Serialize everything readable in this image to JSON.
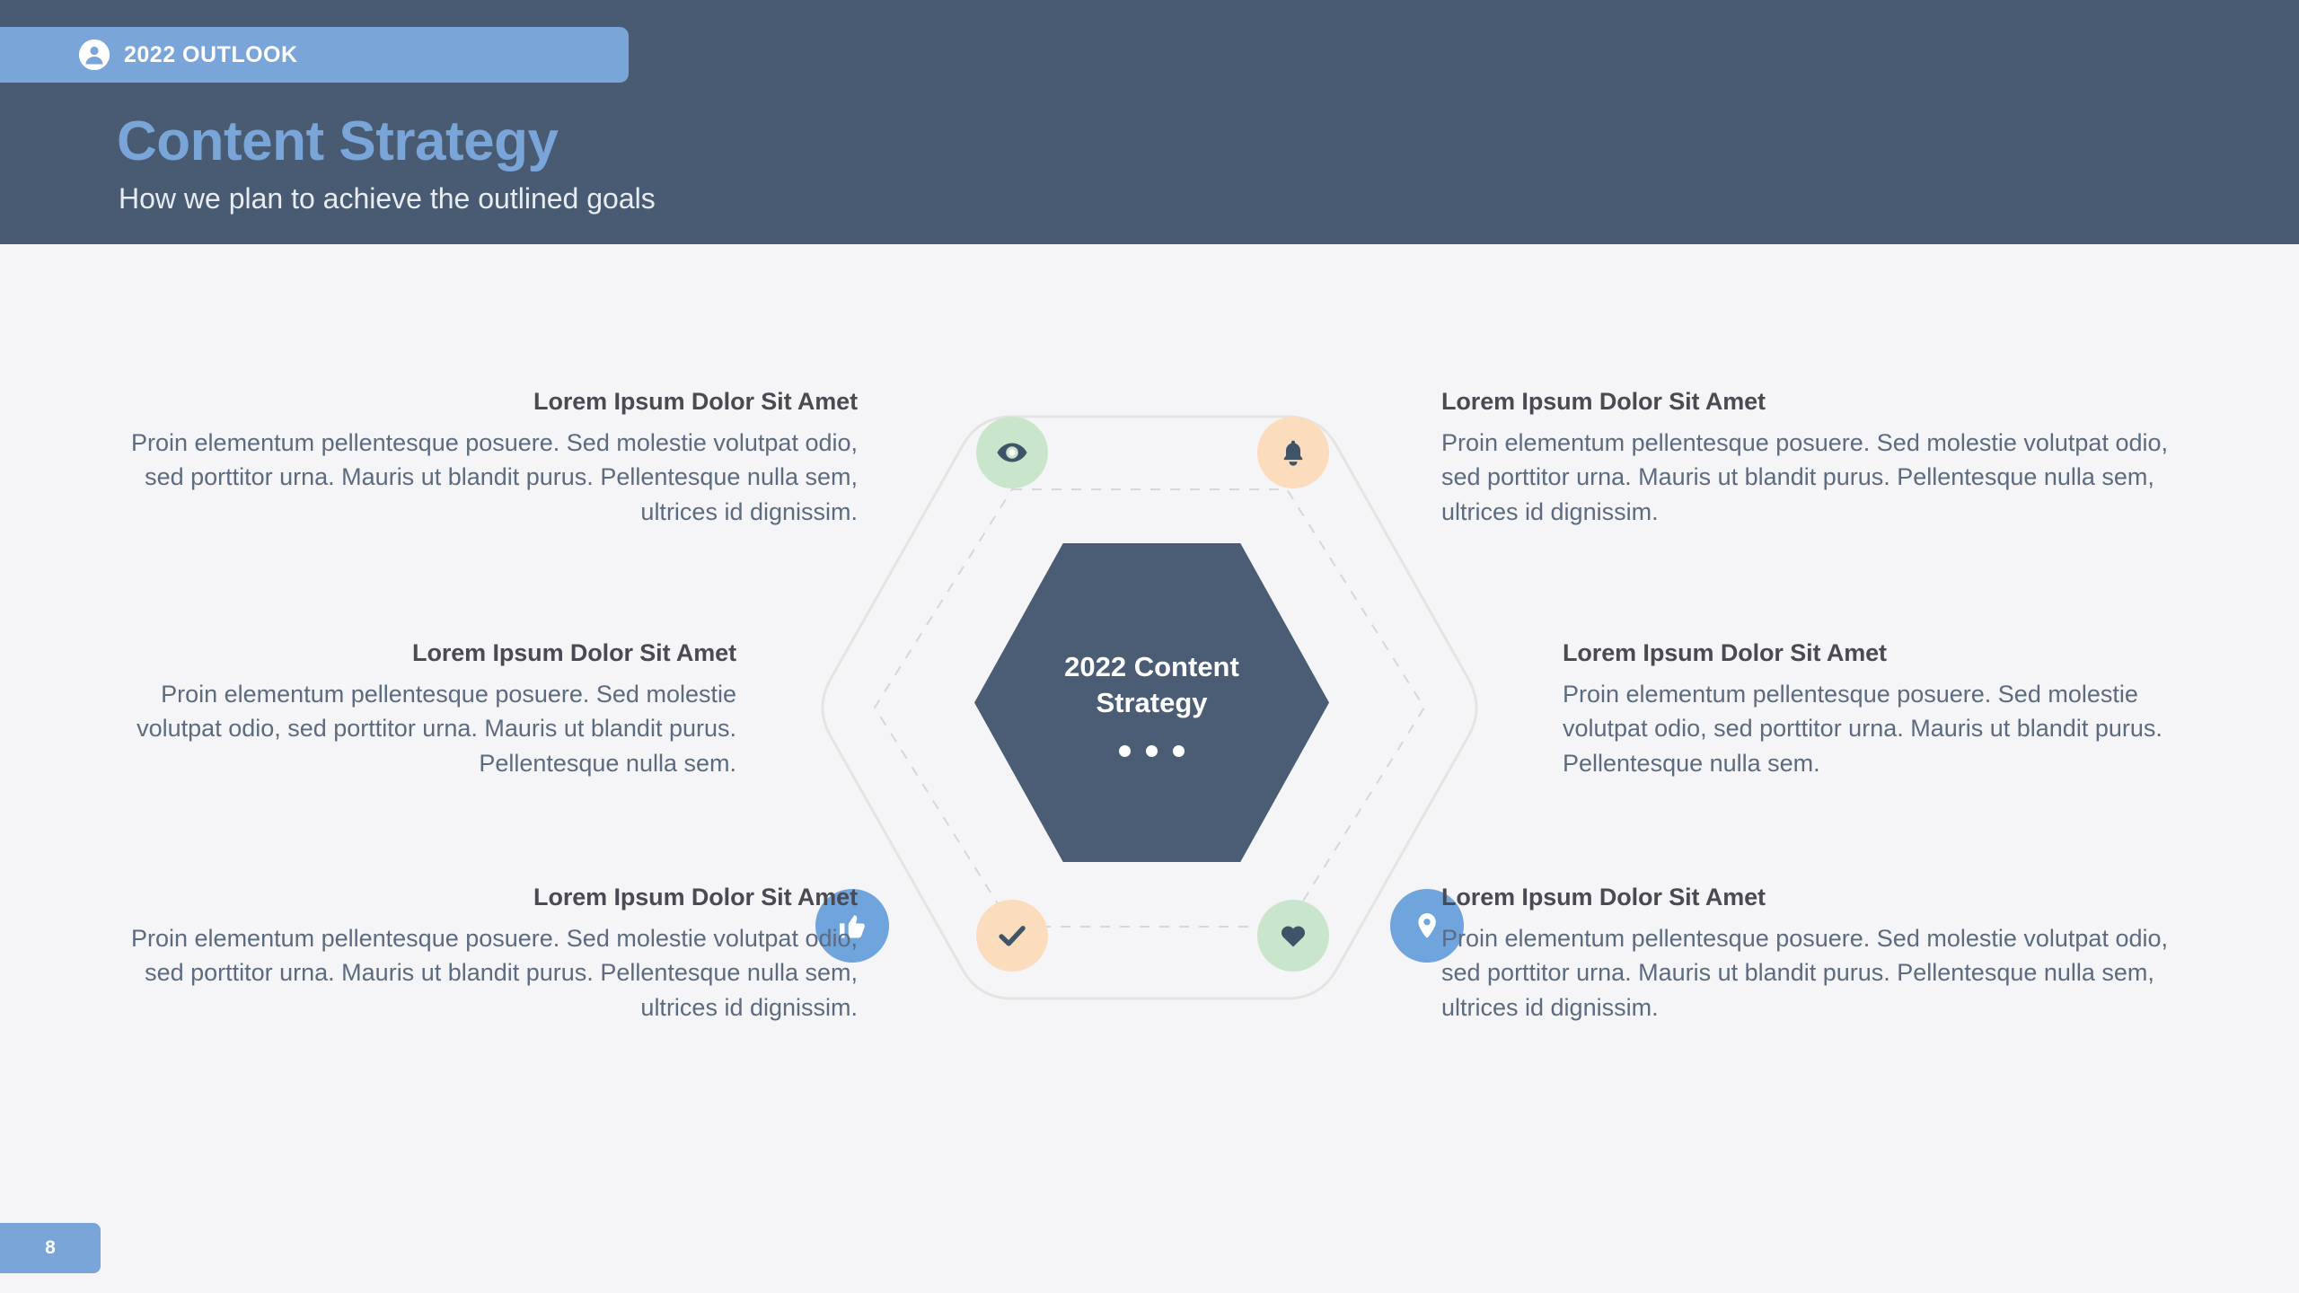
{
  "header": {
    "eyebrow": "2022 OUTLOOK",
    "eyebrow_icon": "user-circle-icon",
    "title": "Content Strategy",
    "subtitle": "How we plan to achieve the outlined goals",
    "background_color": "#485b72",
    "accent_color": "#7aa5d8"
  },
  "center": {
    "line1": "2022 Content",
    "line2": "Strategy",
    "fill_color": "#4a5d75",
    "dots": 3
  },
  "nodes": [
    {
      "id": "top-left",
      "icon": "eye-icon",
      "bg": "#c9e6cd",
      "fg": "#3f5468"
    },
    {
      "id": "top-right",
      "icon": "bell-icon",
      "bg": "#fbdcbd",
      "fg": "#3f5468"
    },
    {
      "id": "middle-left",
      "icon": "thumbs-up-icon",
      "bg": "#6fa4dd",
      "fg": "#ffffff"
    },
    {
      "id": "middle-right",
      "icon": "map-pin-icon",
      "bg": "#6fa4dd",
      "fg": "#ffffff"
    },
    {
      "id": "bottom-left",
      "icon": "check-icon",
      "bg": "#fbdcbd",
      "fg": "#3f5468"
    },
    {
      "id": "bottom-right",
      "icon": "heart-icon",
      "bg": "#c9e6cd",
      "fg": "#3f5468"
    }
  ],
  "blocks": {
    "top_left": {
      "heading": "Lorem Ipsum Dolor Sit Amet",
      "body": "Proin elementum pellentesque posuere. Sed molestie volutpat odio, sed porttitor urna. Mauris ut blandit purus. Pellentesque nulla sem, ultrices id dignissim."
    },
    "middle_left": {
      "heading": "Lorem Ipsum Dolor Sit Amet",
      "body": "Proin elementum pellentesque posuere. Sed molestie volutpat odio, sed porttitor urna. Mauris ut blandit purus. Pellentesque nulla sem."
    },
    "bottom_left": {
      "heading": "Lorem Ipsum Dolor Sit Amet",
      "body": "Proin elementum pellentesque posuere. Sed molestie volutpat odio, sed porttitor urna. Mauris ut blandit purus. Pellentesque nulla sem, ultrices id dignissim."
    },
    "top_right": {
      "heading": "Lorem Ipsum Dolor Sit Amet",
      "body": "Proin elementum pellentesque posuere. Sed molestie volutpat odio, sed porttitor urna. Mauris ut blandit purus. Pellentesque nulla sem, ultrices id dignissim."
    },
    "middle_right": {
      "heading": "Lorem Ipsum Dolor Sit Amet",
      "body": "Proin elementum pellentesque posuere. Sed molestie volutpat odio, sed porttitor urna. Mauris ut blandit purus. Pellentesque nulla sem."
    },
    "bottom_right": {
      "heading": "Lorem Ipsum Dolor Sit Amet",
      "body": "Proin elementum pellentesque posuere. Sed molestie volutpat odio, sed porttitor urna. Mauris ut blandit purus. Pellentesque nulla sem, ultrices id dignissim."
    }
  },
  "footer": {
    "page_number": "8"
  }
}
